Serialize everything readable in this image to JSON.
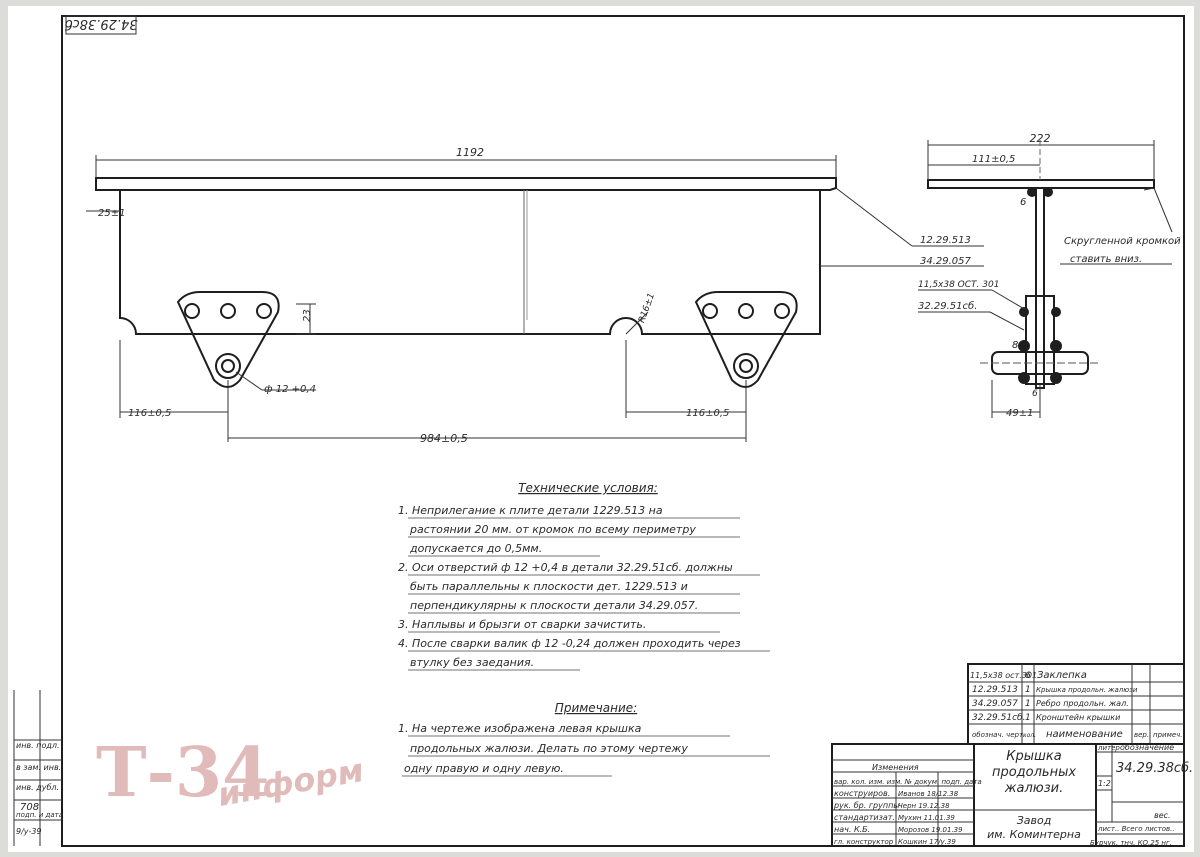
{
  "stamp_code": "34.29.38сб",
  "dimensions": {
    "overall_length": "1192",
    "left_offset": "25±1",
    "lug_height": "23",
    "radius": "R16±1",
    "hole_diameter": "ф 12 +0,4",
    "lug_left_offset": "116±0,5",
    "lug_right_offset": "116±0,5",
    "lug_spacing": "984±0,5",
    "side_width": "222",
    "side_half": "111±0,5",
    "side_bottom": "49±1",
    "weld_a": "6",
    "weld_b": "8",
    "weld_c": "6"
  },
  "leaders": {
    "part1": "12.29.513",
    "part2": "34.29.057",
    "part3": "11,5х38 ОСТ. 301",
    "part4": "32.29.51сб.",
    "note_edge_line1": "Скругленной кромкой",
    "note_edge_line2": "ставить вниз."
  },
  "tech": {
    "title": "Технические условия:",
    "lines": [
      "1. Неприлегание к плите детали 1229.513 на",
      "растоянии 20 мм. от кромок по всему периметру",
      "допускается до 0,5мм.",
      "2. Оси отверстий ф 12 +0,4 в детали 32.29.51сб. должны",
      "быть параллельны к плоскости дет. 1229.513 и",
      "перпендикулярны к плоскости детали 34.29.057.",
      "3. Наплывы и брызги от сварки зачистить.",
      "4. После сварки валик ф 12 -0,24 должен проходить через",
      "втулку без заедания."
    ]
  },
  "note": {
    "title": "Примечание:",
    "lines": [
      "1. На чертеже изображена левая крышка",
      "продольных жалюзи. Делать по этому чертежу",
      "одну правую и одну левую."
    ]
  },
  "bom": {
    "rows": [
      {
        "code": "11,5х38 ост.301",
        "qty": "6",
        "name": "Заклепка"
      },
      {
        "code": "12.29.513",
        "qty": "1",
        "name": "Крышка продольн. жалюзи"
      },
      {
        "code": "34.29.057",
        "qty": "1",
        "name": "Ребро продольн. жал."
      },
      {
        "code": "32.29.51сб.",
        "qty": "1",
        "name": "Кронштейн крышки"
      }
    ],
    "head_code": "обознач. черт.",
    "head_qty": "кол.",
    "head_name": "наименование",
    "head_mat": "вер.",
    "head_note": "примеч."
  },
  "title_block": {
    "part_name_line1": "Крышка",
    "part_name_line2": "продольных",
    "part_name_line3": "жалюзи.",
    "plant_line1": "Завод",
    "plant_line2": "им. Коминтерна",
    "drawing_no": "34.29.38сб.",
    "label_letter": "литер",
    "label_designation": "обозначение",
    "scale": "1:2",
    "label_weight": "вес.",
    "sheet_label": "лист.. Всего листов..",
    "sheet_code": "Бурчук. тнч. КО.25 нг.",
    "changes_header": "вар. кол. изм. изм. № докум. подп. дата",
    "changes_label": "Изменения",
    "roles": [
      {
        "role": "конструиров.",
        "sign": "Иванов 18/12.38"
      },
      {
        "role": "рук. бр. группы",
        "sign": "Черн 19.12.38"
      },
      {
        "role": "стандартизат.",
        "sign": "Мухин 11.01.39"
      },
      {
        "role": "нач. К.Б.",
        "sign": "Морозов 19.01.39"
      },
      {
        "role": "гл. конструктор",
        "sign": "Кошкин 17/у.39"
      }
    ]
  },
  "margin": {
    "label1": "инв. подл.",
    "label2": "в зам. инв.",
    "label3": "инв. дубл.",
    "value": "708",
    "label4": "подп. и дата",
    "value2": "9/у-39"
  },
  "watermark": {
    "big": "Т-34",
    "small": "информ"
  },
  "colors": {
    "paper": "#ffffff",
    "ink": "#222222",
    "watermark": "#d7a3a3"
  }
}
